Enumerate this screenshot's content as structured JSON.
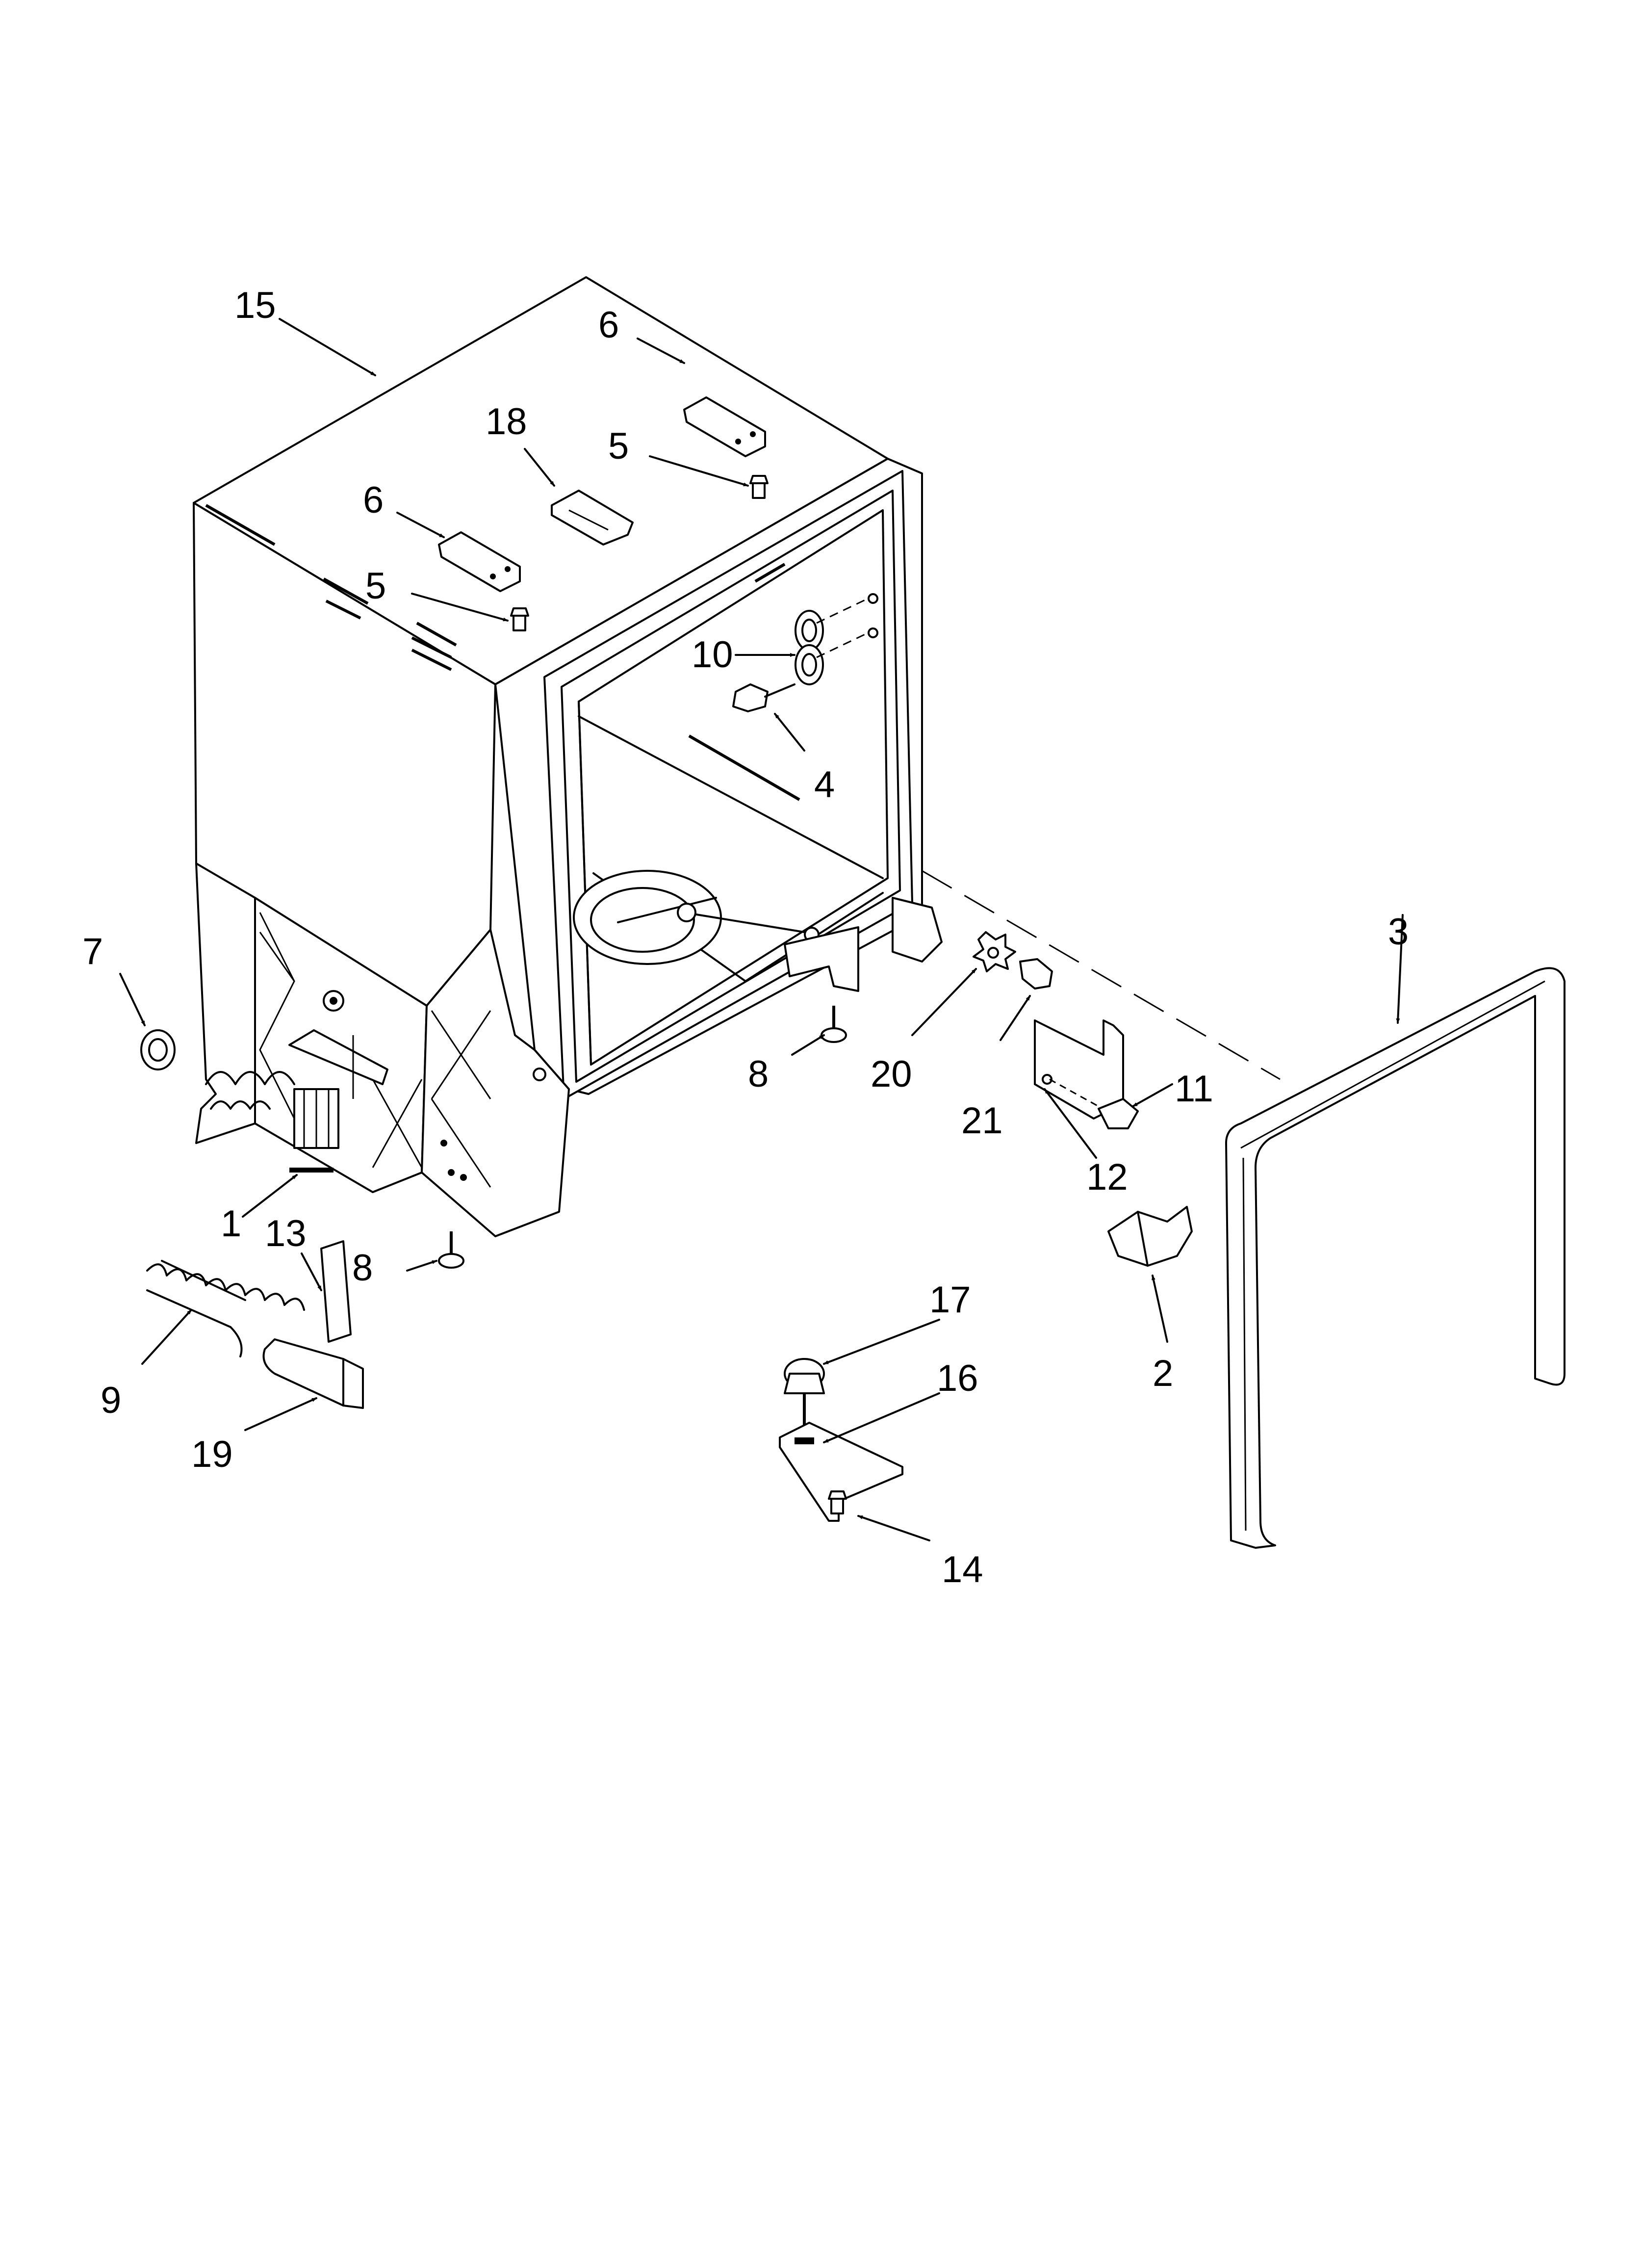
{
  "diagram": {
    "callouts": [
      {
        "id": "c15a",
        "text": "15"
      },
      {
        "id": "c6a",
        "text": "6"
      },
      {
        "id": "c18",
        "text": "18"
      },
      {
        "id": "c5a",
        "text": "5"
      },
      {
        "id": "c6b",
        "text": "6"
      },
      {
        "id": "c5b",
        "text": "5"
      },
      {
        "id": "c10",
        "text": "10"
      },
      {
        "id": "c4",
        "text": "4"
      },
      {
        "id": "c3",
        "text": "3"
      },
      {
        "id": "c7",
        "text": "7"
      },
      {
        "id": "c8a",
        "text": "8"
      },
      {
        "id": "c20",
        "text": "20"
      },
      {
        "id": "c21",
        "text": "21"
      },
      {
        "id": "c11",
        "text": "11"
      },
      {
        "id": "c12",
        "text": "12"
      },
      {
        "id": "c1",
        "text": "1"
      },
      {
        "id": "c13",
        "text": "13"
      },
      {
        "id": "c8b",
        "text": "8"
      },
      {
        "id": "c17",
        "text": "17"
      },
      {
        "id": "c16",
        "text": "16"
      },
      {
        "id": "c2",
        "text": "2"
      },
      {
        "id": "c9",
        "text": "9"
      },
      {
        "id": "c19",
        "text": "19"
      },
      {
        "id": "c14",
        "text": "14"
      }
    ]
  }
}
